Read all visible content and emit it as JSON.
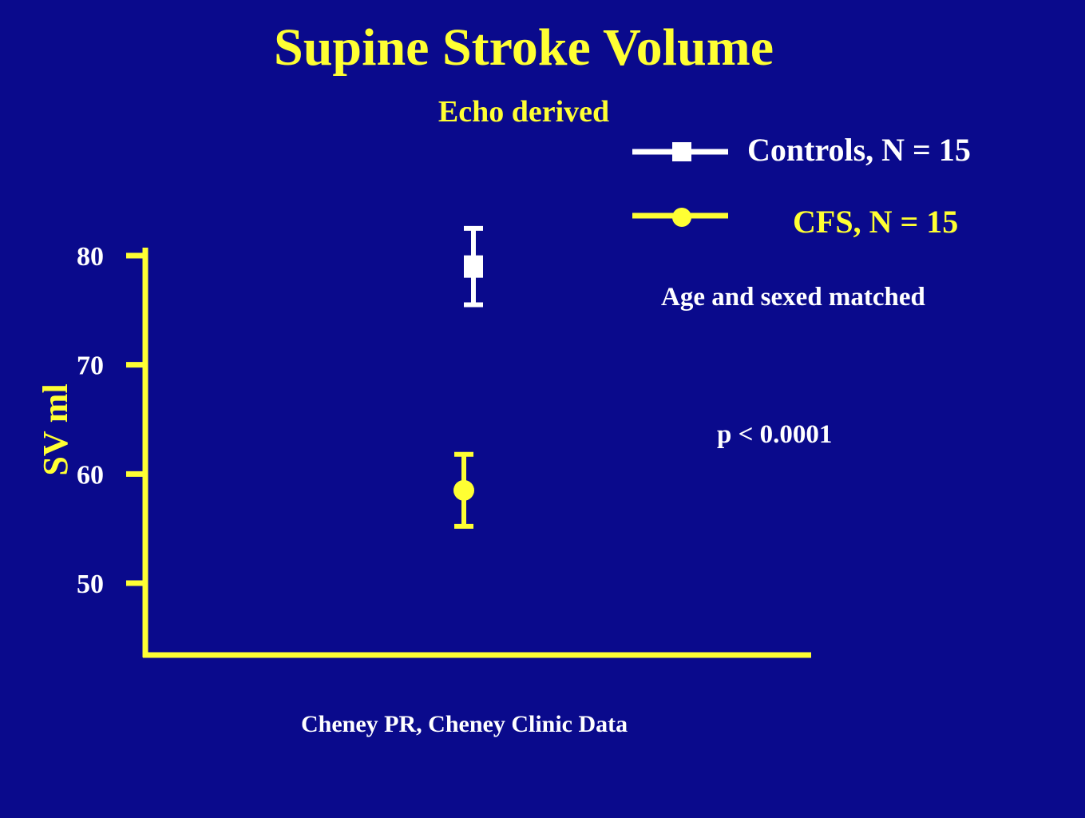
{
  "chart_data": {
    "type": "scatter",
    "title": "Supine Stroke Volume",
    "subtitle": "Echo derived",
    "ylabel": "SV ml",
    "xlabel": "",
    "ylim": [
      42,
      81
    ],
    "yticks": [
      50,
      60,
      70,
      80
    ],
    "grid": false,
    "legend_position": "top-right",
    "series": [
      {
        "name": "Controls,  N = 15",
        "value": 79,
        "error_low": 75.5,
        "error_high": 82.5,
        "marker": "square",
        "color": "#ffffff"
      },
      {
        "name": "CFS,    N = 15",
        "value": 58.5,
        "error_low": 55.2,
        "error_high": 61.8,
        "marker": "circle",
        "color": "#ffff33"
      }
    ],
    "annotations": {
      "note": "Age and sexed matched",
      "pvalue": "p < 0.0001",
      "credit": "Cheney PR,  Cheney Clinic Data"
    }
  },
  "colors": {
    "background": "#0a0a8c",
    "accent": "#ffff33",
    "text": "#ffffff"
  }
}
